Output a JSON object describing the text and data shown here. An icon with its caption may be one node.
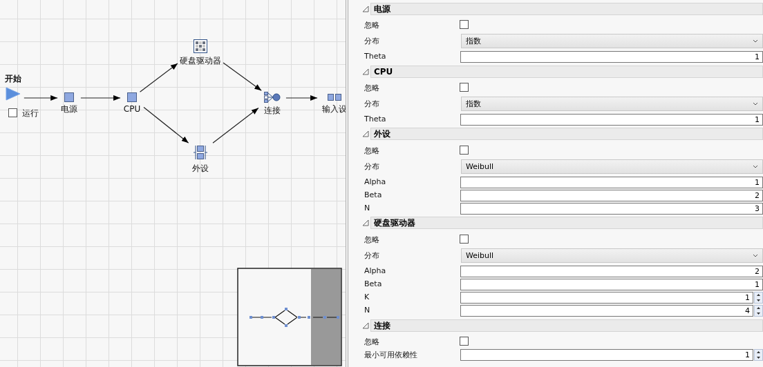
{
  "diagram": {
    "nodes": [
      {
        "text": [
          "开始"
        ]
      },
      {
        "text": [
          "电源"
        ]
      },
      {
        "text": [
          "CPU"
        ]
      },
      {
        "text": [
          "硬盘驱动器"
        ]
      },
      {
        "text": [
          "外设"
        ]
      },
      {
        "text": [
          "连接"
        ]
      },
      {
        "text": [
          "输入设"
        ]
      }
    ],
    "edges": [
      {
        "from": 0,
        "to": 1,
        "arrow": "to"
      },
      {
        "from": 1,
        "to": 2,
        "arrow": "to"
      },
      {
        "from": 2,
        "to": 3,
        "arrow": "to"
      },
      {
        "from": 2,
        "to": 4,
        "arrow": "to"
      },
      {
        "from": 3,
        "to": 5,
        "arrow": "to"
      },
      {
        "from": 4,
        "to": 5,
        "arrow": "to"
      },
      {
        "from": 5,
        "to": 6,
        "arrow": "to"
      }
    ],
    "labels": [
      "运行",
      "电源",
      "忽略",
      "分布",
      "指数",
      "Theta",
      "1",
      "CPU",
      "忽略",
      "分布",
      "指数",
      "Theta",
      "1",
      "外设",
      "忽略",
      "分布",
      "Weibull",
      "Alpha",
      "1",
      "Beta",
      "2",
      "N",
      "3",
      "硬盘驱动器",
      "忽略",
      "分布",
      "Weibull",
      "Alpha",
      "2",
      "Beta",
      "1",
      "K",
      "1",
      "N",
      "4",
      "连接",
      "忽略",
      "最小可用依赖性",
      "1"
    ]
  }
}
